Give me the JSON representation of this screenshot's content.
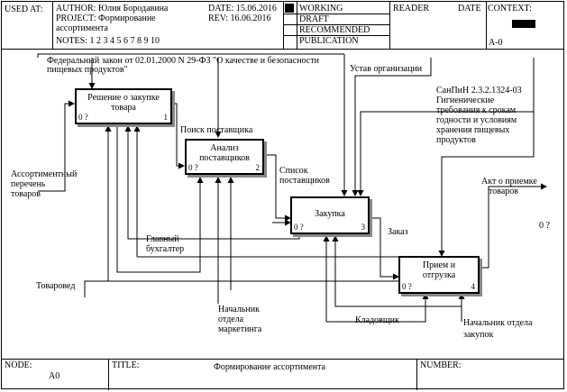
{
  "header": {
    "used_at": "USED AT:",
    "author": "AUTHOR:  Юлия Бородавина",
    "project_line1": "PROJECT:  Формирование",
    "project_line2": "ассортимента",
    "notes": "NOTES:  1  2  3  4  5  6  7  8  9  10",
    "date": "DATE: 15.06.2016",
    "rev": "REV:    16.06.2016",
    "status": [
      "WORKING",
      "DRAFT",
      "RECOMMENDED",
      "PUBLICATION"
    ],
    "reader": "READER",
    "date2": "DATE",
    "context": "CONTEXT:",
    "context_id": "A-0"
  },
  "boxes": [
    {
      "title": "Решение о закупке товара",
      "num": "0 ?",
      "id": "1"
    },
    {
      "title": "Анализ поставщиков",
      "num": "0 ?",
      "id": "2"
    },
    {
      "title": "Закупка",
      "num": "0 ?",
      "id": "3"
    },
    {
      "title": "Прием и отгрузка",
      "num": "0 ?",
      "id": "4"
    }
  ],
  "labels": {
    "law": "Федеральный закон от 02.01.2000 N 29-ФЗ \"О качестве и безопасности",
    "law2": "пищевых продуктов\"",
    "ustav": "Устав организации",
    "sanpin1": "СанПиН 2.3.2.1324-03",
    "sanpin2": "Гигиенические",
    "sanpin3": "требования к срокам",
    "sanpin4": "годности и условиям",
    "sanpin5": "хранения пищевых",
    "sanpin6": "продуктов",
    "assort1": "Ассортиментный",
    "assort2": "перечень",
    "assort3": "товаров",
    "poisk": "Поиск поставщика",
    "spisok1": "Список",
    "spisok2": "поставщиков",
    "akt1": "Акт о приемке",
    "akt2": "товаров",
    "akt_id": "0 ?",
    "zakaz": "Заказ",
    "buh1": "Главный",
    "buh2": "бухгалтер",
    "tovaroved": "Товаровед",
    "nach1": "Начальник",
    "nach2": "отдела",
    "nach3": "маркетинга",
    "kladov": "Кладовщик",
    "nachz1": "Начальник отдела",
    "nachz2": "закупок"
  },
  "footer": {
    "node": "NODE:",
    "node_val": "A0",
    "title": "TITLE:",
    "title_val": "Формирование ассортимента",
    "number": "NUMBER:"
  }
}
